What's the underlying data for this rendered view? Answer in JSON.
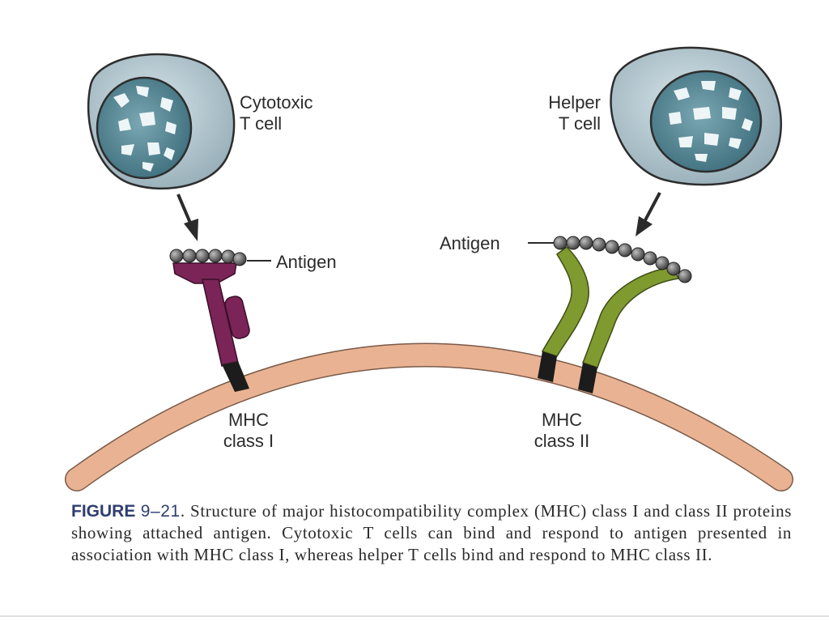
{
  "labels": {
    "cytotoxic_cell": [
      "Cytotoxic",
      "T cell"
    ],
    "helper_cell": [
      "Helper",
      "T cell"
    ],
    "antigen_left": "Antigen",
    "antigen_right": "Antigen",
    "mhc_class_1": [
      "MHC",
      "class I"
    ],
    "mhc_class_2": [
      "MHC",
      "class II"
    ]
  },
  "caption": {
    "figure_prefix": "FIGURE",
    "figure_number": "9–21",
    "text": ". Structure of major histocompatibility complex (MHC) class I and class II proteins showing attached antigen. Cytotoxic T cells can bind and respond to antigen presented in association with MHC class I, whereas helper T cells bind and respond to MHC class II."
  },
  "colors": {
    "cell_membrane_outer": "#9fb4bd",
    "cell_nucleus": "#4f8190",
    "plasma_membrane": "#e7b08f",
    "mhc_class_1": "#7b2458",
    "mhc_class_2": "#7f9a2f",
    "transmembrane": "#1c1c1c",
    "antigen_bead": "#5a5a5a",
    "caption_figure": "#2f3f70"
  }
}
